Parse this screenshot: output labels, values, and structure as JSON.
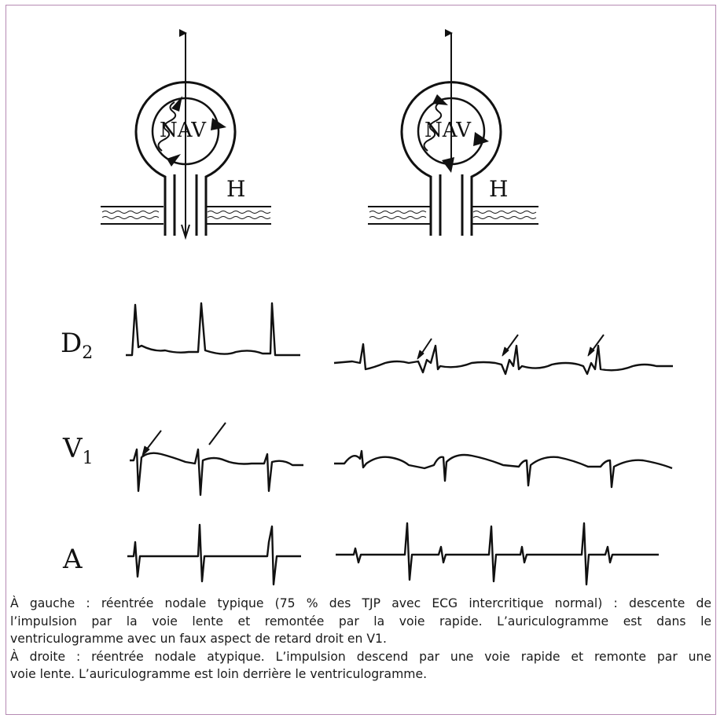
{
  "diagram": {
    "left": {
      "node_label": "NAV",
      "his_label": "H"
    },
    "right": {
      "node_label": "NAV",
      "his_label": "H"
    },
    "lead_labels": {
      "d2_main": "D",
      "d2_sub": "2",
      "v1_main": "V",
      "v1_sub": "1",
      "a": "A"
    }
  },
  "caption": {
    "line1": "À gauche : réentrée nodale typique (75 % des TJP avec ECG intercritique normal) : descente de",
    "line2": "l’impulsion par la voie lente et remontée par la voie rapide. L’auriculogramme est dans le",
    "line3": "ventriculogramme avec un faux aspect de retard droit en V1.",
    "line4": "À droite : réentrée nodale atypique. L’impulsion descend par une voie rapide et remonte par une",
    "line5": "voie lente. L’auriculogramme est loin derrière le ventriculogramme."
  }
}
